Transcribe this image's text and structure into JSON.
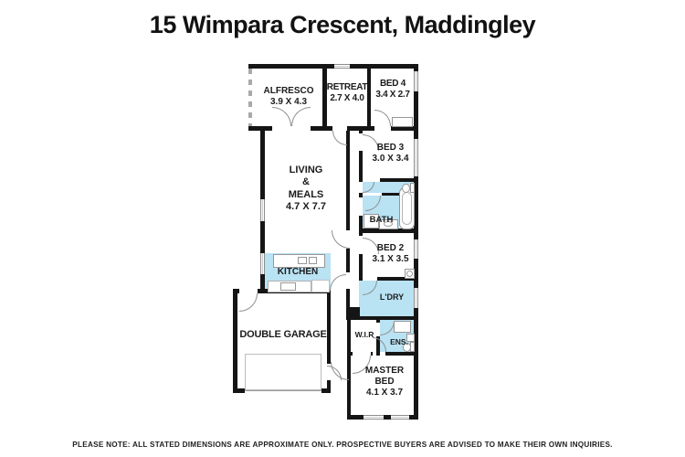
{
  "title": "15 Wimpara Crescent, Maddingley",
  "footer": "PLEASE NOTE: ALL STATED DIMENSIONS ARE APPROXIMATE ONLY. PROSPECTIVE BUYERS ARE ADVISED TO MAKE THEIR OWN INQUIRIES.",
  "colors": {
    "wall": "#151515",
    "wet_area": "#b9e2f3",
    "background": "#ffffff",
    "text": "#1b1b1b"
  },
  "rooms": {
    "alfresco": {
      "name": "ALFRESCO",
      "dims": "3.9 X 4.3"
    },
    "retreat": {
      "name": "RETREAT",
      "dims": "2.7 X 4.0"
    },
    "bed4": {
      "name": "BED 4",
      "dims": "3.4 X 2.7"
    },
    "bed3": {
      "name": "BED 3",
      "dims": "3.0 X 3.4"
    },
    "living": {
      "name": "LIVING\n&\nMEALS",
      "dims": "4.7 X 7.7"
    },
    "bath": {
      "name": "BATH",
      "dims": ""
    },
    "bed2": {
      "name": "BED 2",
      "dims": "3.1 X 3.5"
    },
    "kitchen": {
      "name": "KITCHEN",
      "dims": ""
    },
    "ldry": {
      "name": "L'DRY",
      "dims": ""
    },
    "garage": {
      "name": "DOUBLE GARAGE",
      "dims": ""
    },
    "wir": {
      "name": "W.I.R",
      "dims": ""
    },
    "ens": {
      "name": "ENS.",
      "dims": ""
    },
    "master": {
      "name": "MASTER\nBED",
      "dims": "4.1 X 3.7"
    }
  }
}
